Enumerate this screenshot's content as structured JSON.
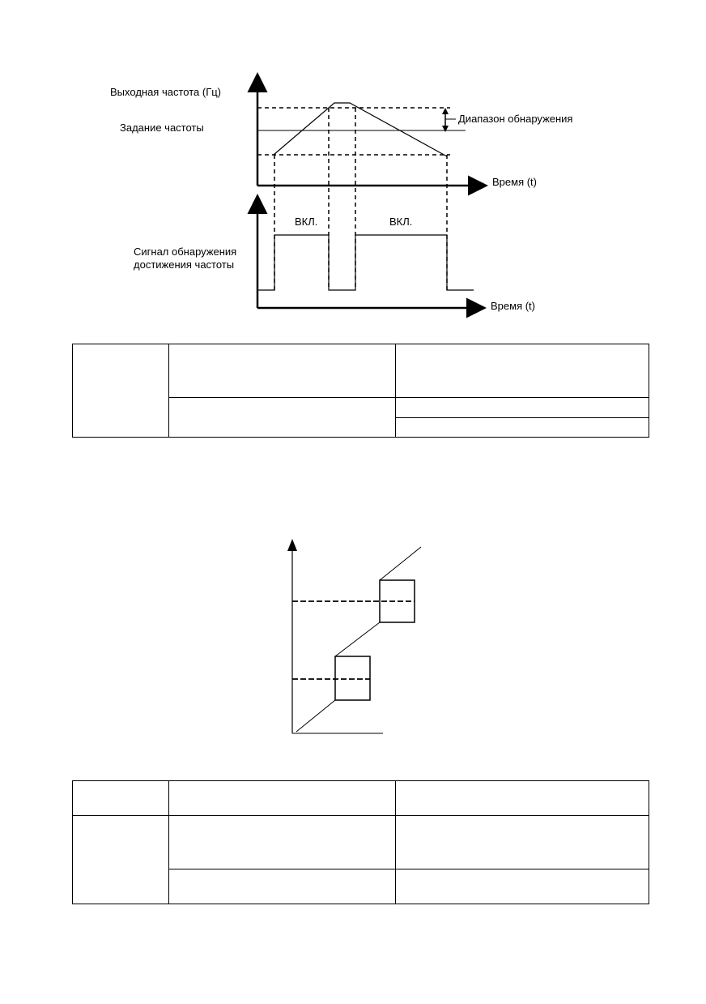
{
  "figure_1": {
    "top_chart": {
      "y_label": "Выходная частота (Гц)",
      "setpoint_label": "Задание частоты",
      "range_label": "Диапазон обнаружения",
      "x_label": "Время (t)"
    },
    "bottom_chart": {
      "y_label_line1": "Сигнал обнаружения",
      "y_label_line2": "достижения частоты",
      "on_label_1": "ВКЛ.",
      "on_label_2": "ВКЛ.",
      "x_label": "Время (t)"
    }
  },
  "figure_2": {},
  "table_1": {},
  "table_2": {}
}
